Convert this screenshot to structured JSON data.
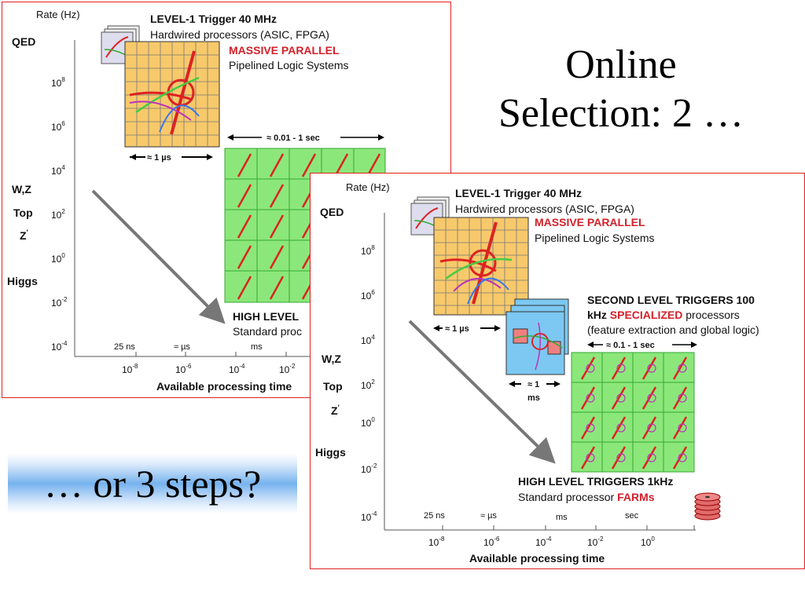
{
  "title": {
    "line1": "Online",
    "line2": "Selection: 2 …"
  },
  "question": "… or 3 steps?",
  "colors": {
    "border": "#e02020",
    "grid_yellow": "#f7c96b",
    "grid_green": "#8ce77a",
    "grid_blue": "#7cc8f2",
    "accent_red": "#d4202a",
    "arrow_gray": "#777777"
  },
  "left_panel": {
    "y_axis_label": "Rate (Hz)",
    "y_ticks": [
      {
        "base": "10",
        "exp": "8"
      },
      {
        "base": "10",
        "exp": "6"
      },
      {
        "base": "10",
        "exp": "4"
      },
      {
        "base": "10",
        "exp": "2"
      },
      {
        "base": "10",
        "exp": "0"
      },
      {
        "base": "10",
        "exp": "-2"
      },
      {
        "base": "10",
        "exp": "-4"
      }
    ],
    "physics": {
      "qed": "QED",
      "wz": "W,Z",
      "top": "Top",
      "zp": "Z",
      "zp_mark": "'",
      "higgs": "Higgs"
    },
    "l1": {
      "title": "LEVEL-1 Trigger 40 MHz",
      "sub": "Hardwired processors  (ASIC, FPGA)",
      "highlight": "MASSIVE PARALLEL",
      "sub2": "Pipelined Logic Systems",
      "time": "≈ 1 µs"
    },
    "farm_time": "≈ 0.01 - 1 sec",
    "hlt": {
      "title": "HIGH LEVEL",
      "sub": "Standard proc"
    },
    "time_labels": [
      "25 ns",
      "≈ µs",
      "ms"
    ],
    "x_ticks": [
      {
        "base": "10",
        "exp": "-8"
      },
      {
        "base": "10",
        "exp": "-6"
      },
      {
        "base": "10",
        "exp": "-4"
      },
      {
        "base": "10",
        "exp": "-2"
      }
    ],
    "x_axis_label": "Available processing time"
  },
  "right_panel": {
    "y_axis_label": "Rate (Hz)",
    "y_ticks": [
      {
        "base": "10",
        "exp": "8"
      },
      {
        "base": "10",
        "exp": "6"
      },
      {
        "base": "10",
        "exp": "4"
      },
      {
        "base": "10",
        "exp": "2"
      },
      {
        "base": "10",
        "exp": "0"
      },
      {
        "base": "10",
        "exp": "-2"
      },
      {
        "base": "10",
        "exp": "-4"
      }
    ],
    "physics": {
      "qed": "QED",
      "wz": "W,Z",
      "top": "Top",
      "zp": "Z",
      "zp_mark": "'",
      "higgs": "Higgs"
    },
    "l1": {
      "title": "LEVEL-1 Trigger 40 MHz",
      "sub": "Hardwired processors  (ASIC, FPGA)",
      "highlight": "MASSIVE PARALLEL",
      "sub2": "Pipelined Logic Systems",
      "time": "≈ 1 µs"
    },
    "l2": {
      "line1": "SECOND LEVEL TRIGGERS 100",
      "line2_a": "kHz ",
      "line2_b": "SPECIALIZED",
      "line2_c": " processors",
      "line3": "(feature extraction and global logic)",
      "time_a": "≈ 1",
      "time_b": "ms"
    },
    "farm_time": "≈ 0.1 - 1 sec",
    "hlt": {
      "title": "HIGH LEVEL TRIGGERS 1kHz",
      "sub_a": "Standard processor ",
      "sub_b": "FARMs"
    },
    "time_labels": [
      "25 ns",
      "≈ µs",
      "ms",
      "sec"
    ],
    "x_ticks": [
      {
        "base": "10",
        "exp": "-8"
      },
      {
        "base": "10",
        "exp": "-6"
      },
      {
        "base": "10",
        "exp": "-4"
      },
      {
        "base": "10",
        "exp": "-2"
      },
      {
        "base": "10",
        "exp": "0"
      }
    ],
    "x_axis_label": "Available processing time"
  }
}
